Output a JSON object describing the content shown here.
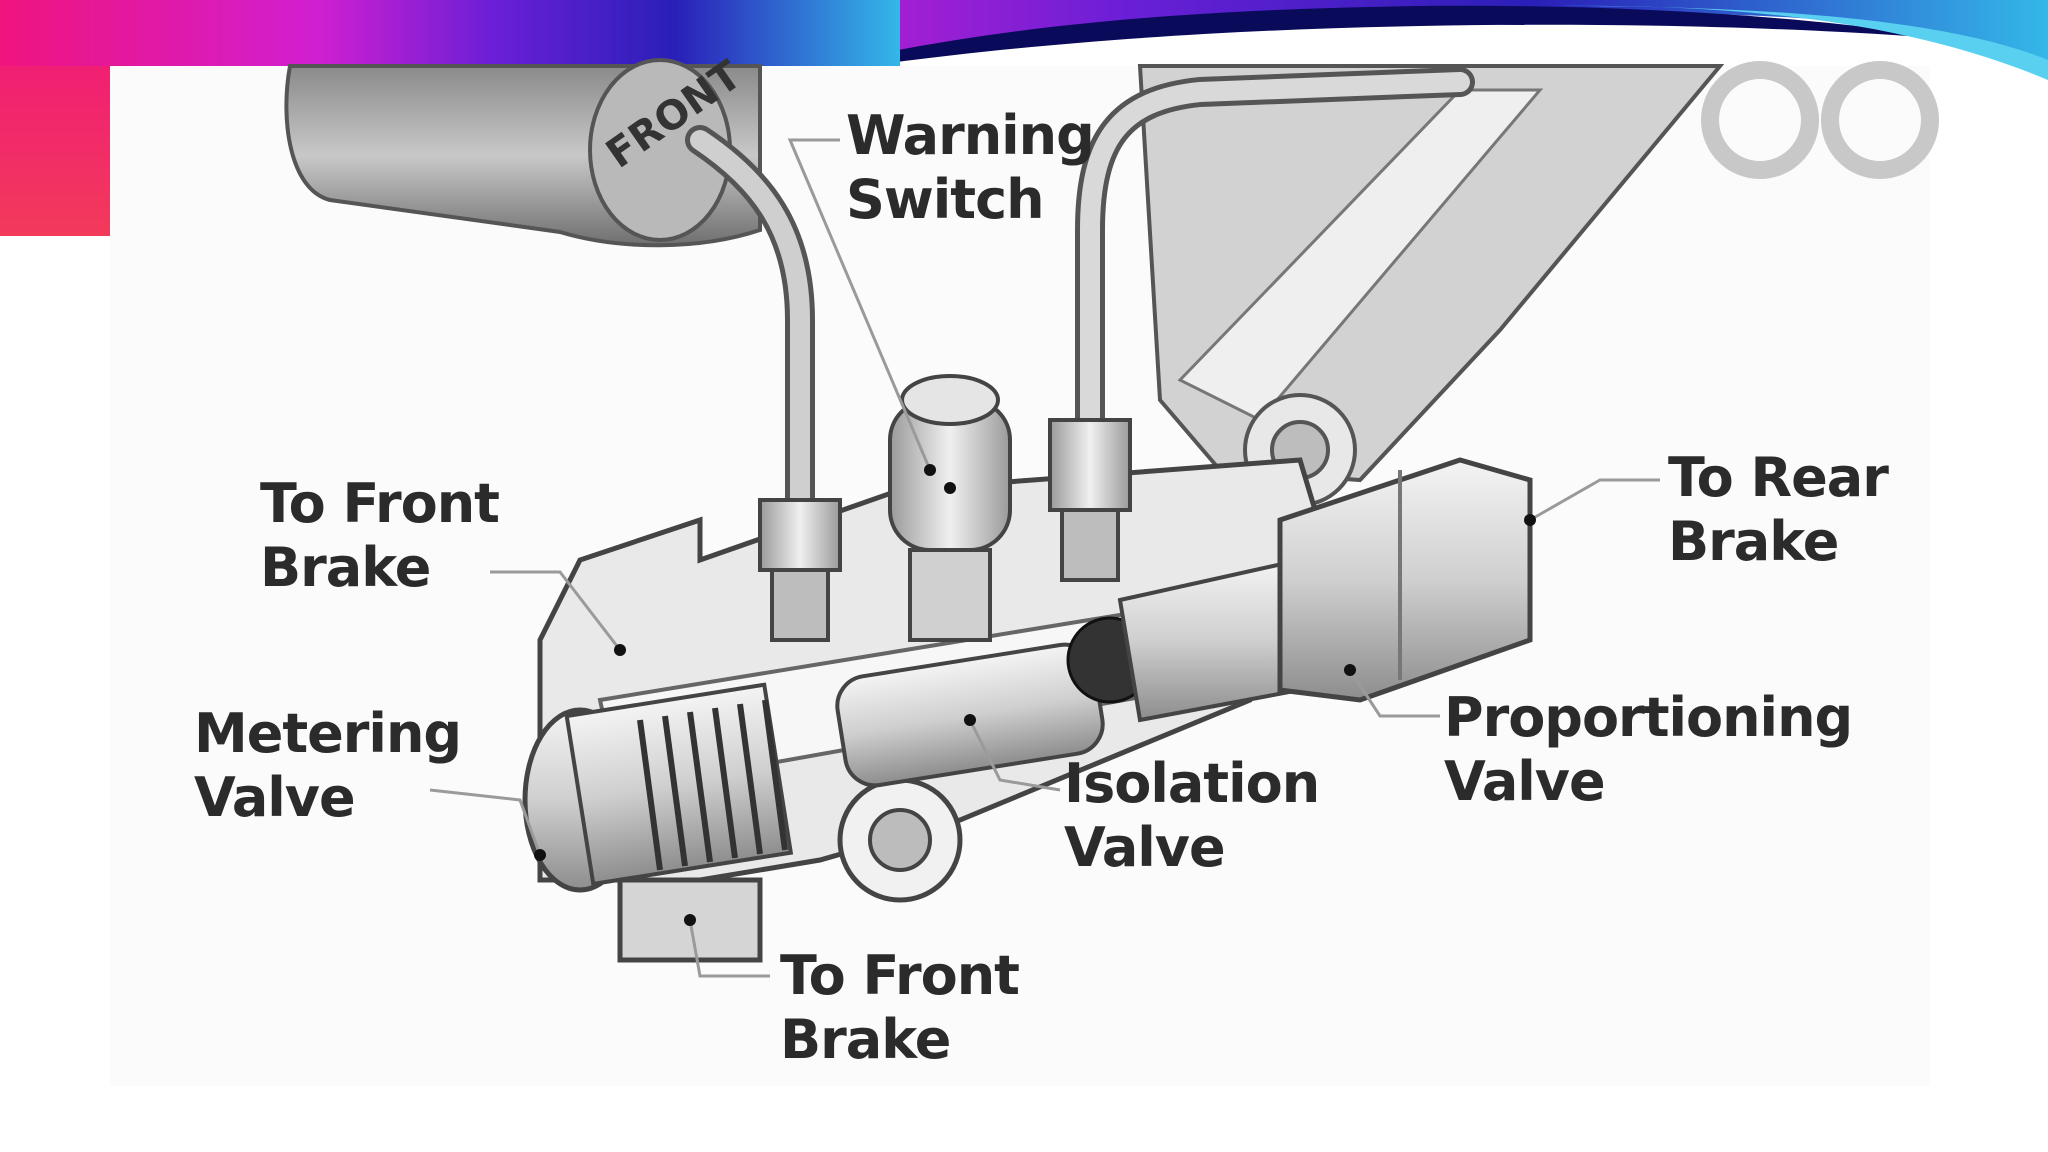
{
  "slide": {
    "banner_colors": [
      "#f0147d",
      "#b22be0",
      "#2a1fb8",
      "#0a0a5a",
      "#34b7e8"
    ],
    "panel_background": "#fbfbfb"
  },
  "diagram": {
    "subject": "brake combination valve cutaway",
    "stamped_text": "FRONT",
    "labels": {
      "warning_switch": [
        "Warning",
        "Switch"
      ],
      "to_front_brake_top": [
        "To Front",
        "Brake"
      ],
      "to_rear_brake": [
        "To Rear",
        "Brake"
      ],
      "metering_valve": [
        "Metering",
        "Valve"
      ],
      "isolation_valve": [
        "Isolation",
        "Valve"
      ],
      "proportioning_valve": [
        "Proportioning",
        "Valve"
      ],
      "to_front_brake_bottom": [
        "To Front",
        "Brake"
      ]
    },
    "label_color": "#2b2b2b",
    "leader_color": "#9a9a9a"
  }
}
